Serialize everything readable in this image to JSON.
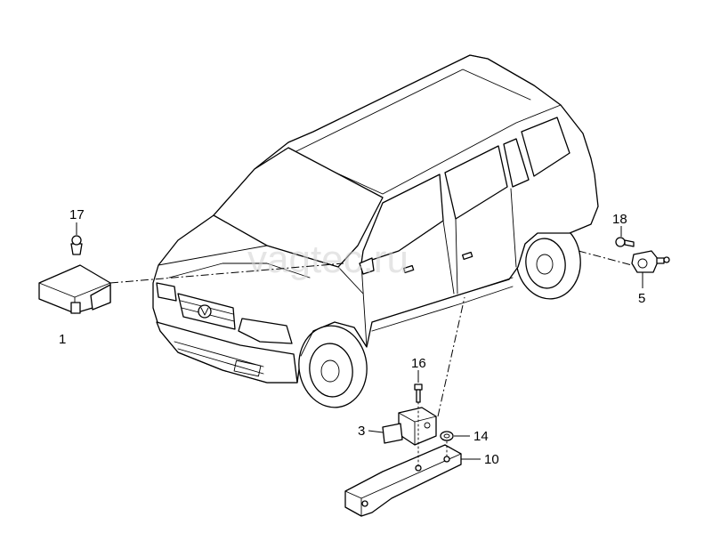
{
  "watermark": "vagtec.ru",
  "callouts": {
    "c1": "1",
    "c3": "3",
    "c5": "5",
    "c10": "10",
    "c14": "14",
    "c16": "16",
    "c17": "17",
    "c18": "18"
  }
}
